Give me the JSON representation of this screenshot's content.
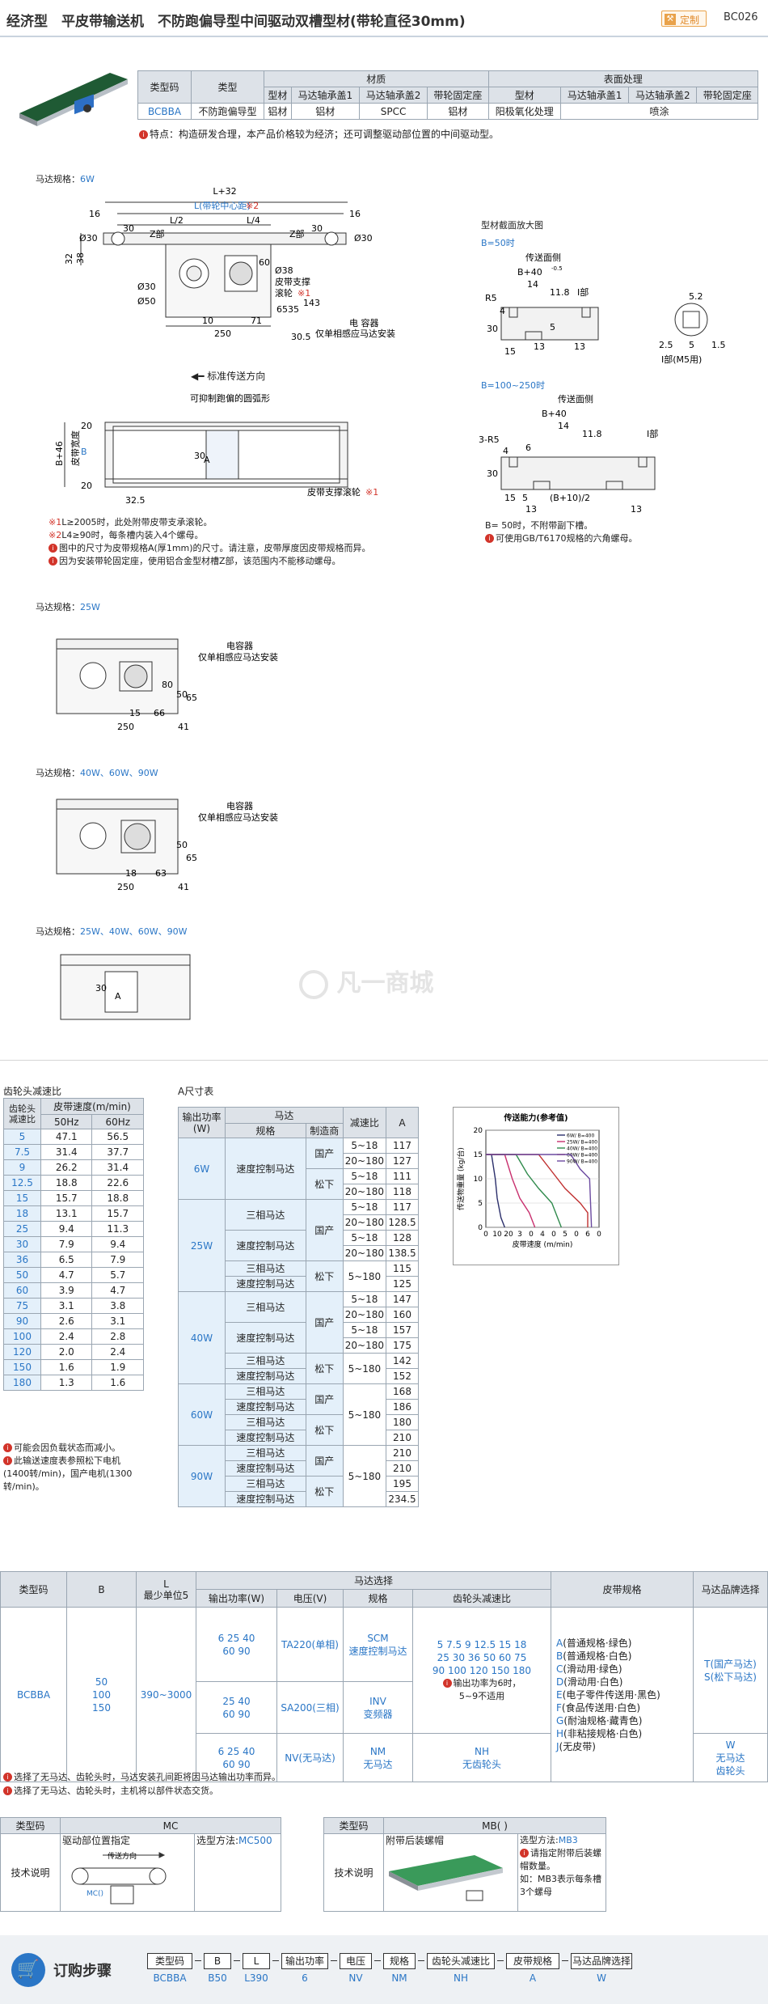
{
  "header": {
    "title": "经济型　平皮带输送机　不防跑偏导型中间驱动双槽型材(带轮直径30mm)",
    "badge": "定制",
    "code": "BC026"
  },
  "top_table": {
    "col_type_code": "类型码",
    "col_type": "类型",
    "col_material": "材质",
    "col_surface": "表面处理",
    "sub_headers": [
      "型材",
      "马达轴承盖1",
      "马达轴承盖2",
      "带轮固定座",
      "型材",
      "马达轴承盖1",
      "马达轴承盖2",
      "带轮固定座"
    ],
    "row": {
      "type_code": "BCBBA",
      "type": "不防跑偏导型",
      "material": [
        "铝材",
        "铝材",
        "SPCC",
        "铝材"
      ],
      "surface_1": "阳极氧化处理",
      "surface_2": "喷涂"
    },
    "feature_note": "特点：构造研发合理，本产品价格较为经济；还可调整驱动部位置的中间驱动型。"
  },
  "drawing_main": {
    "motor_spec_label": "马达规格：",
    "motor_spec_value": "6W",
    "dims": {
      "l32": "L+32",
      "l_center": "L(带轮中心距)",
      "l_center_mark": "※2",
      "d16a": "16",
      "d16b": "16",
      "l2": "L/2",
      "l4": "L/4",
      "phi30a": "Ø30",
      "phi30b": "Ø30",
      "d30a": "30",
      "d30b": "30",
      "z_left": "Z部",
      "z_right": "Z部",
      "d32": "32",
      "d38": "38",
      "phi38": "Ø38",
      "belt_support": "皮带支撑",
      "roller": "滚轮",
      "roller_mark": "※1",
      "d60": "60",
      "phi30c": "Ø30",
      "phi50": "Ø50",
      "d65": "65",
      "d35": "35",
      "d143": "143",
      "d10": "10",
      "d71": "71",
      "d250": "250",
      "d305": "30.5",
      "capacitor": "电 容器",
      "sensor_note": "仅单相感应马达安装",
      "direction": "标准传送方向",
      "arc_note": "可抑制跑偏的圆弧形",
      "b46": "B+46",
      "belt_width": "皮带宽度",
      "b_label": "B",
      "d20a": "20",
      "d20b": "20",
      "d30c": "30",
      "a_label": "A",
      "d325": "32.5",
      "roller_note": "皮带支撑滚轮",
      "roller_note_mark": "※1"
    },
    "notes": [
      {
        "mark": "※1",
        "text": "L≥2005时，此处附带皮带支承滚轮。"
      },
      {
        "mark": "※2",
        "text": "L4≥90时，每条槽内装入4个螺母。"
      },
      {
        "mark": "i",
        "text": "图中的尺寸为皮带规格A(厚1mm)的尺寸。请注意，皮带厚度因皮带规格而异。"
      },
      {
        "mark": "i",
        "text": "因为安装带轮固定座，使用铝合金型材槽Z部，该范围内不能移动螺母。"
      }
    ]
  },
  "section_drawing": {
    "title": "型材截面放大图",
    "b50": "B=50时",
    "conveying_side": "传送面侧",
    "b40": "B+40",
    "tol": "-0.5",
    "d14": "14",
    "d118": "11.8",
    "i_part": "I部",
    "r5": "R5",
    "d4": "4",
    "d52": "5.2",
    "d30": "30",
    "d5": "5",
    "d15": "15",
    "d13a": "13",
    "d13b": "13",
    "d25": "2.5",
    "d5b": "5",
    "d15b": "1.5",
    "i_m5": "I部(M5用)",
    "b100": "B=100~250时",
    "conveying_side2": "传送面侧",
    "b40b": "B+40",
    "d14b": "14",
    "d118b": "11.8",
    "i_part2": "I部",
    "r5b": "3-R5",
    "d6": "6",
    "d4b": "4",
    "d30b": "30",
    "d15c": "15",
    "d5c": "5",
    "b10": "(B+10)/2",
    "d13c": "13",
    "d13d": "13",
    "note1": "B= 50时，不附带副下槽。",
    "note2": "可使用GB/T6170规格的六角螺母。"
  },
  "drawing_25w": {
    "label": "马达规格：",
    "value": "25W",
    "capacitor": "电容器",
    "sensor_note": "仅单相感应马达安装",
    "d80": "80",
    "d50": "50",
    "d65": "65",
    "d15": "15",
    "d66": "66",
    "d250": "250",
    "d41": "41"
  },
  "drawing_40w": {
    "label": "马达规格：",
    "value": "40W、60W、90W",
    "capacitor": "电容器",
    "sensor_note": "仅单相感应马达安装",
    "d50": "50",
    "d65": "65",
    "d18": "18",
    "d63": "63",
    "d250": "250",
    "d41": "41"
  },
  "drawing_all": {
    "label": "马达规格：",
    "value": "25W、40W、60W、90W",
    "d30": "30",
    "a_label": "A"
  },
  "watermark": "凡一商城",
  "gear_table": {
    "title": "齿轮头减速比",
    "headers": [
      "齿轮头\n减速比",
      "皮带速度(m/min)"
    ],
    "sub_headers": [
      "50Hz",
      "60Hz"
    ],
    "rows": [
      [
        "5",
        "47.1",
        "56.5"
      ],
      [
        "7.5",
        "31.4",
        "37.7"
      ],
      [
        "9",
        "26.2",
        "31.4"
      ],
      [
        "12.5",
        "18.8",
        "22.6"
      ],
      [
        "15",
        "15.7",
        "18.8"
      ],
      [
        "18",
        "13.1",
        "15.7"
      ],
      [
        "25",
        "9.4",
        "11.3"
      ],
      [
        "30",
        "7.9",
        "9.4"
      ],
      [
        "36",
        "6.5",
        "7.9"
      ],
      [
        "50",
        "4.7",
        "5.7"
      ],
      [
        "60",
        "3.9",
        "4.7"
      ],
      [
        "75",
        "3.1",
        "3.8"
      ],
      [
        "90",
        "2.6",
        "3.1"
      ],
      [
        "100",
        "2.4",
        "2.8"
      ],
      [
        "120",
        "2.0",
        "2.4"
      ],
      [
        "150",
        "1.6",
        "1.9"
      ],
      [
        "180",
        "1.3",
        "1.6"
      ]
    ],
    "notes": [
      "可能会因负载状态而减小。",
      "此输送速度表参照松下电机(1400转/min)，国产电机(1300转/min)。"
    ]
  },
  "a_table": {
    "title": "A尺寸表",
    "headers": [
      "输出功率\n(W)",
      "马达",
      "减速比",
      "A"
    ],
    "sub_headers": [
      "规格",
      "制造商"
    ],
    "groups": [
      {
        "power": "6W",
        "rows": [
          {
            "spec": "速度控制马达",
            "maker": "国产",
            "ratio": "5~18",
            "a": "117"
          },
          {
            "spec": "",
            "maker": "",
            "ratio": "20~180",
            "a": "127"
          },
          {
            "spec": "",
            "maker": "松下",
            "ratio": "5~18",
            "a": "111"
          },
          {
            "spec": "",
            "maker": "",
            "ratio": "20~180",
            "a": "118"
          }
        ]
      },
      {
        "power": "25W",
        "rows": [
          {
            "spec": "三相马达",
            "maker": "国产",
            "ratio": "5~18",
            "a": "117"
          },
          {
            "spec": "",
            "maker": "",
            "ratio": "20~180",
            "a": "128.5"
          },
          {
            "spec": "速度控制马达",
            "maker": "",
            "ratio": "5~18",
            "a": "128"
          },
          {
            "spec": "",
            "maker": "",
            "ratio": "20~180",
            "a": "138.5"
          },
          {
            "spec": "三相马达",
            "maker": "松下",
            "ratio": "5~180",
            "a": "115"
          },
          {
            "spec": "速度控制马达",
            "maker": "",
            "ratio": "",
            "a": "125"
          }
        ]
      },
      {
        "power": "40W",
        "rows": [
          {
            "spec": "三相马达",
            "maker": "国产",
            "ratio": "5~18",
            "a": "147"
          },
          {
            "spec": "",
            "maker": "",
            "ratio": "20~180",
            "a": "160"
          },
          {
            "spec": "速度控制马达",
            "maker": "",
            "ratio": "5~18",
            "a": "157"
          },
          {
            "spec": "",
            "maker": "",
            "ratio": "20~180",
            "a": "175"
          },
          {
            "spec": "三相马达",
            "maker": "松下",
            "ratio": "5~180",
            "a": "142"
          },
          {
            "spec": "速度控制马达",
            "maker": "",
            "ratio": "",
            "a": "152"
          }
        ]
      },
      {
        "power": "60W",
        "rows": [
          {
            "spec": "三相马达",
            "maker": "国产",
            "ratio": "5~180",
            "a": "168"
          },
          {
            "spec": "速度控制马达",
            "maker": "",
            "ratio": "",
            "a": "186"
          },
          {
            "spec": "三相马达",
            "maker": "松下",
            "ratio": "",
            "a": "180"
          },
          {
            "spec": "速度控制马达",
            "maker": "",
            "ratio": "",
            "a": "210"
          }
        ]
      },
      {
        "power": "90W",
        "rows": [
          {
            "spec": "三相马达",
            "maker": "国产",
            "ratio": "5~180",
            "a": "210"
          },
          {
            "spec": "速度控制马达",
            "maker": "",
            "ratio": "",
            "a": "210"
          },
          {
            "spec": "三相马达",
            "maker": "松下",
            "ratio": "",
            "a": "195"
          },
          {
            "spec": "速度控制马达",
            "maker": "",
            "ratio": "",
            "a": "234.5"
          }
        ]
      }
    ]
  },
  "chart_data": {
    "type": "line",
    "title": "传送能力(参考值)",
    "xlabel": "皮带速度 (m/min)",
    "ylabel": "传送物重量 (kg/台)",
    "xlim": [
      0,
      60
    ],
    "ylim": [
      0,
      20
    ],
    "x_ticks": [
      "0",
      "10",
      "20",
      "3",
      "0",
      "4",
      "0",
      "5",
      "0",
      "6",
      "0"
    ],
    "y_ticks": [
      "0",
      "5",
      "10",
      "15",
      "20"
    ],
    "series": [
      {
        "name": "6W/ B=400",
        "color": "#2b2f6b",
        "points": [
          [
            0,
            15
          ],
          [
            3,
            15
          ],
          [
            5,
            10
          ],
          [
            6,
            6
          ],
          [
            8,
            2
          ],
          [
            10,
            0
          ]
        ]
      },
      {
        "name": "25W/ B=400",
        "color": "#c8306e",
        "points": [
          [
            0,
            15
          ],
          [
            10,
            15
          ],
          [
            14,
            10
          ],
          [
            18,
            6
          ],
          [
            23,
            3
          ],
          [
            26,
            0
          ]
        ]
      },
      {
        "name": "40W/ B=400",
        "color": "#2f8a4c",
        "points": [
          [
            0,
            15
          ],
          [
            16,
            15
          ],
          [
            22,
            11
          ],
          [
            28,
            8
          ],
          [
            35,
            5
          ],
          [
            40,
            0
          ]
        ]
      },
      {
        "name": "60W/ B=400",
        "color": "#c03030",
        "points": [
          [
            0,
            15
          ],
          [
            28,
            15
          ],
          [
            34,
            12
          ],
          [
            42,
            8
          ],
          [
            50,
            5
          ],
          [
            54,
            3
          ],
          [
            54,
            0
          ]
        ]
      },
      {
        "name": "90W/ B=400",
        "color": "#6b4aa0",
        "points": [
          [
            0,
            15
          ],
          [
            45,
            15
          ],
          [
            50,
            12
          ],
          [
            55,
            10
          ],
          [
            56,
            0
          ]
        ]
      }
    ]
  },
  "order_table": {
    "headers": [
      "类型码",
      "B",
      "L\n最少单位5",
      "马达选择",
      "皮带规格",
      "马达品牌选择"
    ],
    "motor_sub": [
      "输出功率(W)",
      "电压(V)",
      "规格",
      "齿轮头减速比"
    ],
    "type_code": "BCBBA",
    "b_values": "50\n100\n150",
    "l_value": "390~3000",
    "rows": [
      {
        "power": "6 25 40\n60 90",
        "voltage": "TA220(单相)",
        "spec": "SCM\n速度控制马达",
        "gear": "5 7.5 9 12.5 15 18\n25 30 36 50 60 75\n90 100 120 150 180",
        "gear_note": "输出功率为6时，\n5~9不适用"
      },
      {
        "power": "25 40\n60 90",
        "voltage": "SA200(三相)",
        "spec": "INV\n变频器",
        "gear": "",
        "gear_note": ""
      },
      {
        "power": "6 25 40\n60 90",
        "voltage": "NV(无马达)",
        "spec": "NM\n无马达",
        "gear": "NH\n无齿轮头",
        "gear_note": ""
      }
    ],
    "belts": [
      "A(普通规格·绿色)",
      "B(普通规格·白色)",
      "C(滑动用·绿色)",
      "D(滑动用·白色)",
      "E(电子零件传送用·黑色)",
      "F(食品传送用·白色)",
      "G(耐油规格·藏青色)",
      "H(非粘接规格·白色)",
      "J(无皮带)"
    ],
    "brands": [
      "T(国产马达)",
      "S(松下马达)"
    ],
    "brand_w": "W\n无马达\n齿轮头",
    "notes": [
      "选择了无马达、齿轮头时，马达安装孔间距将因马达输出功率而异。",
      "选择了无马达、齿轮头时，主机将以部件状态交货。"
    ]
  },
  "options": {
    "mc": {
      "header_code": "类型码",
      "header_name": "MC",
      "row_label": "技术说明",
      "desc": "驱动部位置指定",
      "method": "选型方法:",
      "method_value": "MC500",
      "direction": "传送方向",
      "mc_label": "MC()"
    },
    "mb": {
      "header_code": "类型码",
      "header_name": "MB( )",
      "row_label": "技术说明",
      "desc": "附带后装螺帽",
      "method": "选型方法:",
      "method_value": "MB3",
      "note": "请指定附带后装螺帽数量。",
      "example": "如：MB3表示每条槽3个螺母"
    }
  },
  "order_steps": {
    "title": "订购步骤",
    "labels": [
      "类型码",
      "B",
      "L",
      "输出功率",
      "电压",
      "规格",
      "齿轮头减速比",
      "皮带规格",
      "马达品牌选择"
    ],
    "values": [
      "BCBBA",
      "B50",
      "L390",
      "6",
      "NV",
      "NM",
      "NH",
      "A",
      "W"
    ]
  }
}
